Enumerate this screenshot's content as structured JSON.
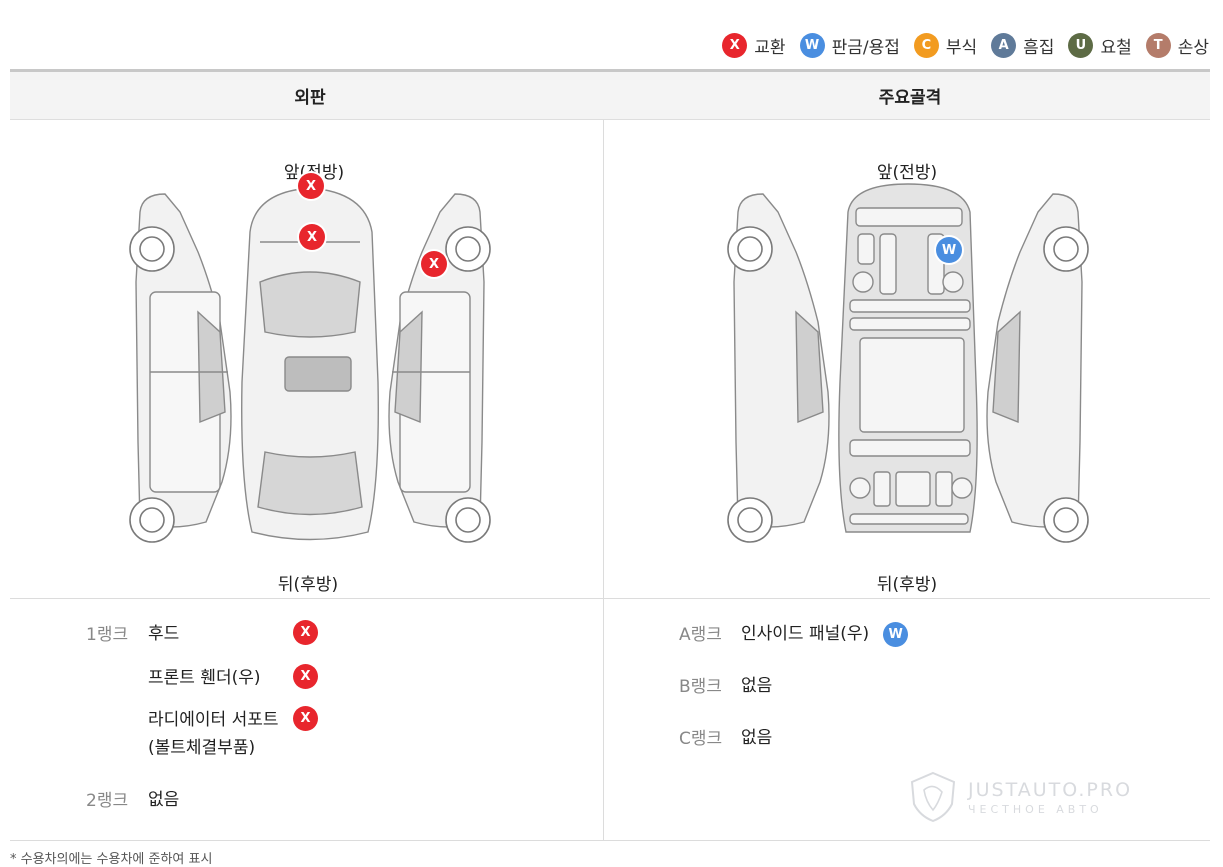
{
  "legend": [
    {
      "symbol": "X",
      "label": "교환",
      "color": "#e8262d",
      "name": "legend-exchange"
    },
    {
      "symbol": "W",
      "label": "판금/용접",
      "color": "#4a8ee0",
      "name": "legend-sheet-metal"
    },
    {
      "symbol": "C",
      "label": "부식",
      "color": "#f29b20",
      "name": "legend-corrosion"
    },
    {
      "symbol": "A",
      "label": "흠집",
      "color": "#5f7a99",
      "name": "legend-scratch"
    },
    {
      "symbol": "U",
      "label": "요철",
      "color": "#5d6b45",
      "name": "legend-dent"
    },
    {
      "symbol": "T",
      "label": "손상",
      "color": "#b47c6a",
      "name": "legend-damage"
    }
  ],
  "headers": {
    "left": "외판",
    "right": "주요골격"
  },
  "left_panel": {
    "front": "앞(전방)",
    "back": "뒤(후방)"
  },
  "right_panel": {
    "front": "앞(전방)",
    "back": "뒤(후방)"
  },
  "left_ranks": {
    "rank1_label": "1랭크",
    "rank1_items": [
      {
        "text": "후드",
        "mark": "X"
      },
      {
        "text": "프론트 휀더(우)",
        "mark": "X"
      },
      {
        "text": "라디에이터 서포트",
        "mark": "X"
      },
      {
        "text": "(볼트체결부품)",
        "mark": ""
      }
    ],
    "rank2_label": "2랭크",
    "rank2_value": "없음"
  },
  "right_ranks": {
    "a_label": "A랭크",
    "a_value": "인사이드 패널(우)",
    "a_mark": "W",
    "b_label": "B랭크",
    "b_value": "없음",
    "c_label": "C랭크",
    "c_value": "없음"
  },
  "footnote": "* 수용차의에는 수용차에 준하여 표시",
  "watermark": {
    "line1": "JUSTAUTO.PRO",
    "line2": "ЧЕСТНОЕ АВТО"
  }
}
